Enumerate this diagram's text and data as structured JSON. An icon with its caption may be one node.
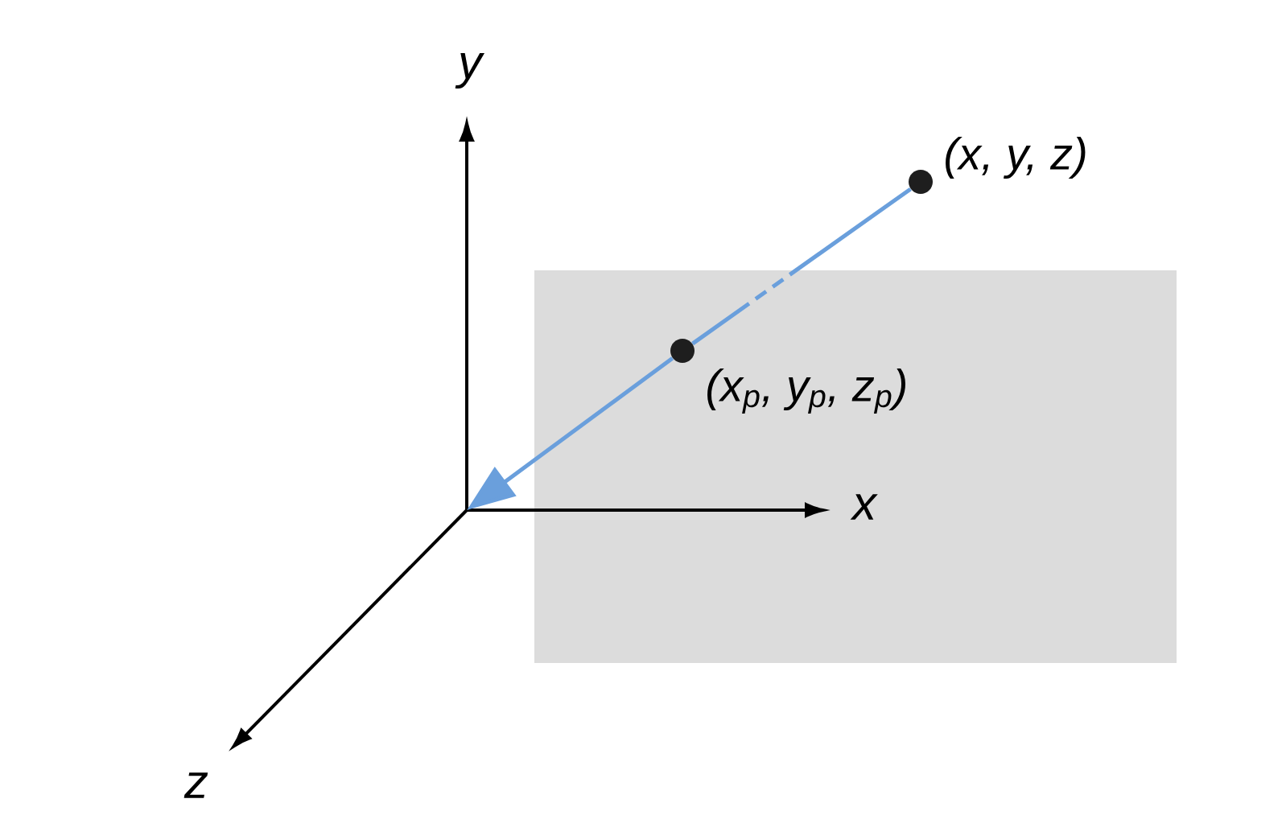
{
  "diagram": {
    "nodes": [
      {
        "text": [],
        "shape": "circle",
        "beside": [
          "(x, y, z)"
        ]
      },
      {
        "text": [],
        "shape": "circle",
        "beside": [
          "(x$_{p}$, y$_{p}$, z$_{p}$)"
        ]
      }
    ],
    "edges": [
      {
        "from": 0,
        "to": 1,
        "arrow": "none",
        "style": "dashed",
        "color": "#6a9fdc"
      },
      {
        "from": 1,
        "to": null,
        "arrow": "to",
        "color": "#6a9fdc"
      }
    ],
    "labels": [
      "y",
      "x",
      "z"
    ]
  }
}
